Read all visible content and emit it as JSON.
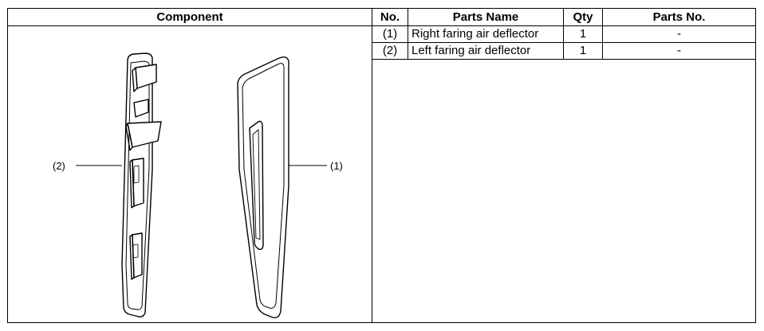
{
  "headers": {
    "component": "Component",
    "no": "No.",
    "parts_name": "Parts Name",
    "qty": "Qty",
    "parts_no": "Parts No."
  },
  "rows": [
    {
      "no": "(1)",
      "name": "Right faring air deflector",
      "qty": "1",
      "parts_no": "-"
    },
    {
      "no": "(2)",
      "name": "Left faring air deflector",
      "qty": "1",
      "parts_no": "-"
    }
  ],
  "callouts": {
    "left": "(2)",
    "right": "(1)"
  }
}
